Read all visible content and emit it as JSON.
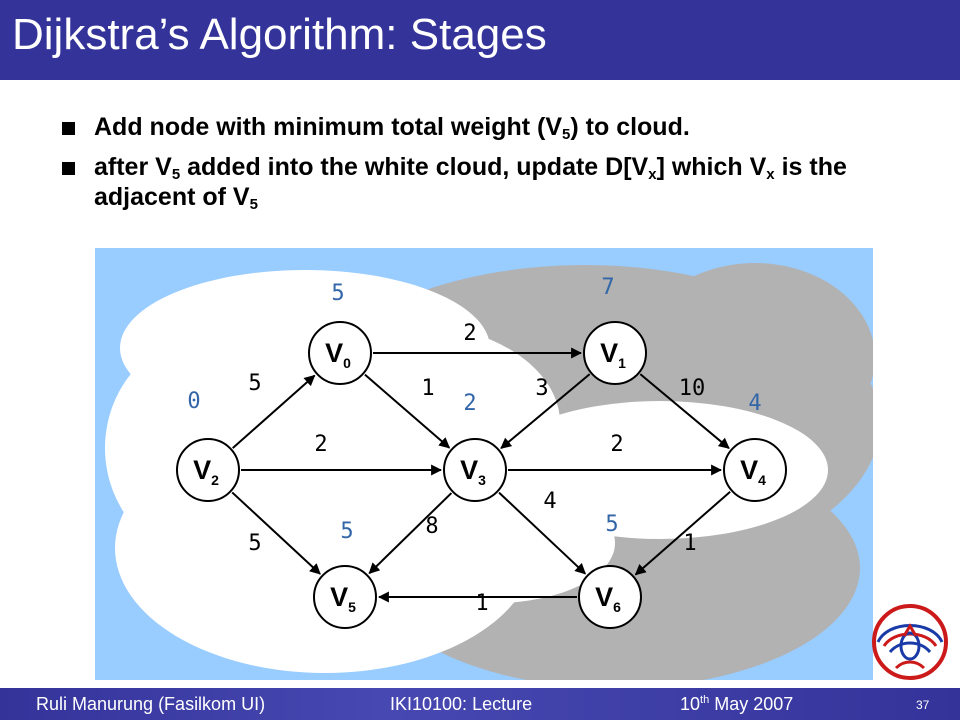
{
  "slide": {
    "title": "Dijkstra’s Algorithm: Stages",
    "bullets": [
      {
        "parts": [
          {
            "t": "Add node with minimum total weight (V"
          },
          {
            "t": "5",
            "sub": true
          },
          {
            "t": ") to cloud."
          }
        ]
      },
      {
        "parts": [
          {
            "t": "after V"
          },
          {
            "t": "5",
            "sub": true
          },
          {
            "t": " added into the white cloud, update D[V"
          },
          {
            "t": "x",
            "sub": true
          },
          {
            "t": "] which V"
          },
          {
            "t": "x",
            "sub": true
          },
          {
            "t": " is the adjacent of V"
          },
          {
            "t": "5",
            "sub": true
          }
        ]
      }
    ]
  },
  "graph": {
    "nodes": [
      {
        "id": "V0",
        "base": "V",
        "sub": "0",
        "dist": "5"
      },
      {
        "id": "V1",
        "base": "V",
        "sub": "1",
        "dist": "7"
      },
      {
        "id": "V2",
        "base": "V",
        "sub": "2",
        "dist": "0"
      },
      {
        "id": "V3",
        "base": "V",
        "sub": "3",
        "dist": "2"
      },
      {
        "id": "V4",
        "base": "V",
        "sub": "4",
        "dist": "4"
      },
      {
        "id": "V5",
        "base": "V",
        "sub": "5",
        "dist": "5"
      },
      {
        "id": "V6",
        "base": "V",
        "sub": "6",
        "dist": "5"
      }
    ],
    "edges": [
      {
        "from": "V0",
        "to": "V1",
        "weight": "2"
      },
      {
        "from": "V0",
        "to": "V3",
        "weight": "1"
      },
      {
        "from": "V1",
        "to": "V3",
        "weight": "3"
      },
      {
        "from": "V1",
        "to": "V4",
        "weight": "10"
      },
      {
        "from": "V2",
        "to": "V0",
        "weight": "5"
      },
      {
        "from": "V2",
        "to": "V3",
        "weight": "2"
      },
      {
        "from": "V2",
        "to": "V5",
        "weight": "5"
      },
      {
        "from": "V3",
        "to": "V4",
        "weight": "2"
      },
      {
        "from": "V3",
        "to": "V5",
        "weight": "8"
      },
      {
        "from": "V3",
        "to": "V6",
        "weight": "4"
      },
      {
        "from": "V4",
        "to": "V6",
        "weight": "1"
      },
      {
        "from": "V6",
        "to": "V5",
        "weight": "1"
      }
    ],
    "colors": {
      "panel": "#99ccff",
      "gray_cloud": "#b2b2b2",
      "white_cloud": "#ffffff",
      "dist_label": "#3366a8"
    }
  },
  "footer": {
    "author": "Ruli Manurung (Fasilkom UI)",
    "course": "IKI10100: Lecture",
    "date_day": "10",
    "date_suffix": "th",
    "date_rest": " May 2007",
    "page": "37"
  }
}
